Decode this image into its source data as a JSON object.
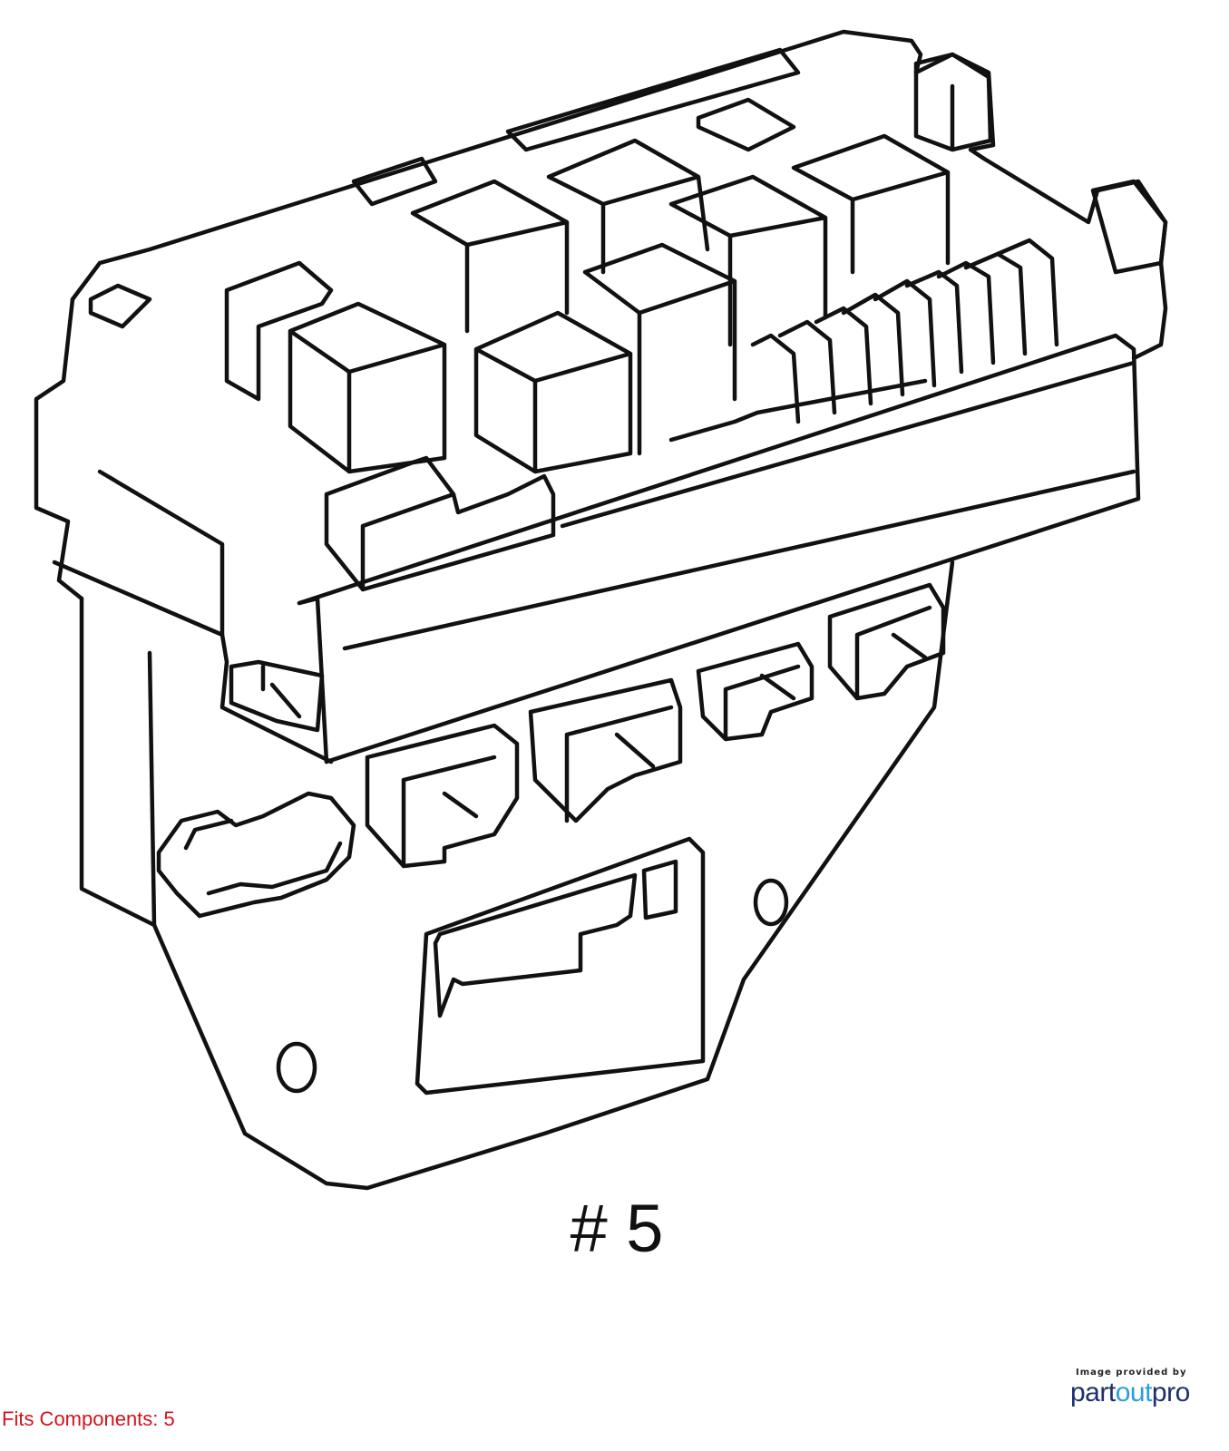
{
  "diagram": {
    "subject": "fuse-relay-box",
    "callout": "# 5",
    "line_color": "#111111"
  },
  "footer": {
    "fits_label": "Fits Components: 5",
    "fits_color": "#d0141c"
  },
  "brand": {
    "tagline": "Image provided by",
    "logo_part": "part",
    "logo_out": "out",
    "logo_pro": "pro",
    "logo_dark_color": "#1e2f6b",
    "logo_light_color": "#2a9fd8"
  }
}
